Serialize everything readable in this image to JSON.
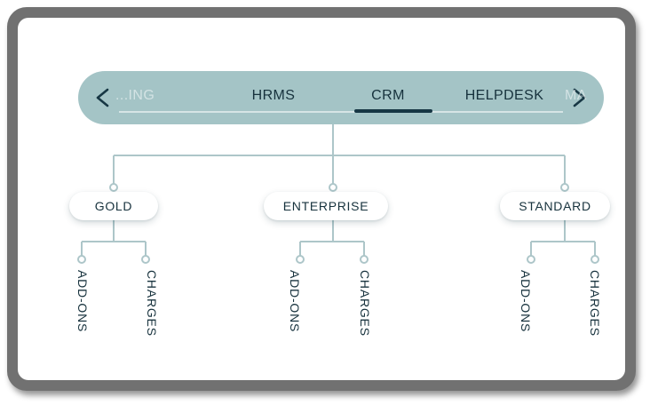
{
  "tabbar": {
    "prev_icon": "chevron-left-icon",
    "next_icon": "chevron-right-icon",
    "active_tab": "CRM",
    "tabs": [
      {
        "label": "...ING",
        "state": "clipped"
      },
      {
        "label": "HRMS",
        "state": "normal"
      },
      {
        "label": "CRM",
        "state": "active"
      },
      {
        "label": "HELPDESK",
        "state": "normal"
      },
      {
        "label": "MA",
        "state": "clipped"
      }
    ]
  },
  "tree": {
    "root": "CRM",
    "nodes": [
      {
        "label": "GOLD",
        "children": [
          {
            "label": "ADD-ONS"
          },
          {
            "label": "CHARGES"
          }
        ]
      },
      {
        "label": "ENTERPRISE",
        "children": [
          {
            "label": "ADD-ONS"
          },
          {
            "label": "CHARGES"
          }
        ]
      },
      {
        "label": "STANDARD",
        "children": [
          {
            "label": "ADD-ONS"
          },
          {
            "label": "CHARGES"
          }
        ]
      }
    ]
  },
  "colors": {
    "tabbar_background": "#a4c4c6",
    "active_underline": "#173744",
    "text_dark": "#17323d",
    "connector_line": "#adc6c9",
    "frame": "#717171",
    "screen": "#ffffff"
  }
}
